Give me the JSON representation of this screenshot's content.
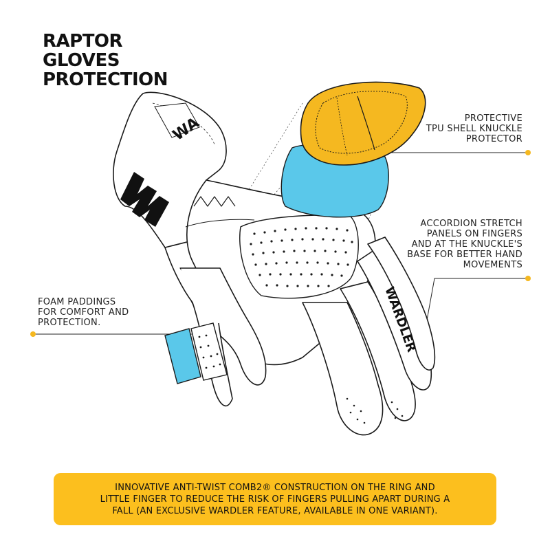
{
  "title": {
    "lines": [
      "RAPTOR",
      "GLOVES",
      "PROTECTION"
    ]
  },
  "callouts": {
    "knuckle": {
      "lines": [
        "PROTECTIVE",
        "TPU SHELL KNUCKLE",
        "PROTECTOR"
      ]
    },
    "accordion": {
      "lines": [
        "ACCORDION STRETCH",
        "PANELS ON FINGERS",
        "AND AT THE KNUCKLE'S",
        "BASE  FOR BETTER HAND",
        "MOVEMENTS"
      ]
    },
    "foam": {
      "lines": [
        "FOAM PADDINGS",
        "FOR COMFORT AND",
        "PROTECTION."
      ]
    }
  },
  "banner": {
    "lines": [
      "INNOVATIVE ANTI-TWIST COMB2® CONSTRUCTION ON THE RING AND",
      "LITTLE FINGER TO REDUCE THE RISK OF FINGERS PULLING APART DURING A",
      "FALL (AN EXCLUSIVE WARDLER FEATURE, AVAILABLE IN ONE VARIANT)."
    ]
  },
  "logo": {
    "cuff_text": "WA",
    "finger_text": "WARDLER"
  },
  "colors": {
    "accent_yellow": "#fcbf1e",
    "foam_blue": "#5ac8ea",
    "outline": "#1a1a1a",
    "dot": "#f5b820"
  }
}
